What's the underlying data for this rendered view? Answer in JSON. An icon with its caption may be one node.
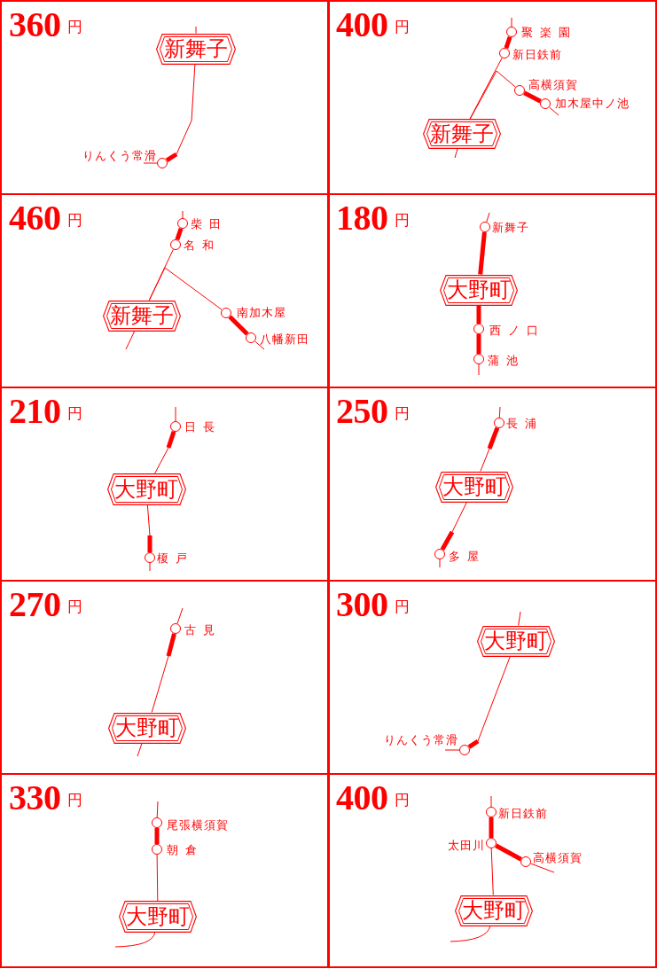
{
  "diagram": {
    "nodes": [
      {
        "text": [
          "360",
          "円"
        ]
      },
      {
        "text": [
          "新舞子"
        ],
        "in": 0
      },
      {
        "text": [],
        "shape": "circle",
        "beside": [
          "りんくう常滑"
        ],
        "in": 0
      },
      {
        "text": [
          "400",
          "円"
        ]
      },
      {
        "text": [],
        "shape": "circle",
        "beside": [
          "聚 楽 園"
        ],
        "in": 3
      },
      {
        "text": [],
        "shape": "circle",
        "beside": [
          "新日鉄前"
        ],
        "in": 3
      },
      {
        "text": [],
        "shape": "circle",
        "beside": [
          "高横須賀"
        ],
        "in": 3
      },
      {
        "text": [],
        "shape": "circle",
        "beside": [
          "加木屋中ノ池"
        ],
        "in": 3
      },
      {
        "text": [
          "新舞子"
        ],
        "in": 3
      },
      {
        "text": [
          "460",
          "円"
        ]
      },
      {
        "text": [],
        "shape": "circle",
        "beside": [
          "柴 田"
        ],
        "in": 9
      },
      {
        "text": [],
        "shape": "circle",
        "beside": [
          "名 和"
        ],
        "in": 9
      },
      {
        "text": [],
        "shape": "circle",
        "beside": [
          "南加木屋"
        ],
        "in": 9
      },
      {
        "text": [
          "新舞子"
        ],
        "in": 9
      },
      {
        "text": [],
        "shape": "circle",
        "beside": [
          "八幡新田"
        ],
        "in": 9
      },
      {
        "text": [
          "180",
          "円"
        ]
      },
      {
        "text": [],
        "shape": "circle",
        "beside": [
          "新舞子"
        ],
        "in": 15
      },
      {
        "text": [
          "大野町"
        ],
        "in": 15
      },
      {
        "text": [],
        "shape": "circle",
        "beside": [
          "西 ノ 口"
        ],
        "in": 15
      },
      {
        "text": [],
        "shape": "circle",
        "beside": [
          "蒲 池"
        ],
        "in": 15
      },
      {
        "text": [
          "210",
          "円"
        ]
      },
      {
        "text": [],
        "shape": "circle",
        "beside": [
          "日 長"
        ],
        "in": 20
      },
      {
        "text": [
          "大野町"
        ],
        "in": 20
      },
      {
        "text": [],
        "shape": "circle",
        "beside": [
          "榎 戸"
        ],
        "in": 20
      },
      {
        "text": [
          "250",
          "円"
        ]
      },
      {
        "text": [],
        "shape": "circle",
        "beside": [
          "長 浦"
        ],
        "in": 24
      },
      {
        "text": [
          "大野町"
        ],
        "in": 24
      },
      {
        "text": [],
        "shape": "circle",
        "beside": [
          "多 屋"
        ],
        "in": 24
      },
      {
        "text": [
          "270",
          "円"
        ]
      },
      {
        "text": [],
        "shape": "circle",
        "beside": [
          "古 見"
        ],
        "in": 28
      },
      {
        "text": [
          "大野町"
        ],
        "in": 28
      },
      {
        "text": [
          "300",
          "円"
        ]
      },
      {
        "text": [
          "大野町"
        ],
        "in": 31
      },
      {
        "text": [],
        "shape": "circle",
        "beside": [
          "りんくう常滑"
        ],
        "in": 31
      },
      {
        "text": [
          "330",
          "円"
        ]
      },
      {
        "text": [],
        "shape": "circle",
        "beside": [
          "尾張横須賀"
        ],
        "in": 34
      },
      {
        "text": [],
        "shape": "circle",
        "beside": [
          "朝 倉"
        ],
        "in": 34
      },
      {
        "text": [
          "大野町"
        ],
        "in": 34
      },
      {
        "text": [
          "400",
          "円"
        ]
      },
      {
        "text": [],
        "shape": "circle",
        "beside": [
          "新日鉄前"
        ],
        "in": 38
      },
      {
        "text": [],
        "shape": "circle",
        "beside": [
          "太田川"
        ],
        "in": 38
      },
      {
        "text": [],
        "shape": "circle",
        "beside": [
          "高横須賀"
        ],
        "in": 38
      },
      {
        "text": [
          "大野町"
        ],
        "in": 38
      }
    ],
    "edges": [
      {
        "from": null,
        "to": 1,
        "arrow": "none"
      },
      {
        "from": 1,
        "to": 2,
        "arrow": "none"
      },
      {
        "from": 2,
        "to": null,
        "arrow": "none",
        "style": "thick"
      },
      {
        "from": 2,
        "to": null,
        "arrow": "none"
      },
      {
        "from": null,
        "to": 4,
        "arrow": "none"
      },
      {
        "from": 4,
        "to": 5,
        "arrow": "none",
        "style": "thick"
      },
      {
        "from": 5,
        "to": 8,
        "arrow": "none"
      },
      {
        "from": 8,
        "to": 6,
        "arrow": "none"
      },
      {
        "from": 6,
        "to": 7,
        "arrow": "none",
        "style": "thick"
      },
      {
        "from": 7,
        "to": null,
        "arrow": "none"
      },
      {
        "from": 8,
        "to": null,
        "arrow": "none"
      },
      {
        "from": null,
        "to": 10,
        "arrow": "none"
      },
      {
        "from": 10,
        "to": 11,
        "arrow": "none",
        "style": "thick"
      },
      {
        "from": 11,
        "to": 13,
        "arrow": "none"
      },
      {
        "from": 13,
        "to": 12,
        "arrow": "none"
      },
      {
        "from": 12,
        "to": 14,
        "arrow": "none",
        "style": "thick"
      },
      {
        "from": 14,
        "to": null,
        "arrow": "none"
      },
      {
        "from": 13,
        "to": null,
        "arrow": "none"
      },
      {
        "from": null,
        "to": 16,
        "arrow": "none"
      },
      {
        "from": 16,
        "to": 17,
        "arrow": "none",
        "style": "thick"
      },
      {
        "from": 17,
        "to": 18,
        "arrow": "none",
        "style": "thick"
      },
      {
        "from": 18,
        "to": 19,
        "arrow": "none",
        "style": "thick"
      },
      {
        "from": 19,
        "to": null,
        "arrow": "none"
      },
      {
        "from": null,
        "to": 21,
        "arrow": "none"
      },
      {
        "from": 21,
        "to": 22,
        "arrow": "none"
      },
      {
        "from": 21,
        "to": null,
        "arrow": "none",
        "style": "thick"
      },
      {
        "from": 22,
        "to": 23,
        "arrow": "none"
      },
      {
        "from": null,
        "to": 23,
        "arrow": "none",
        "style": "thick"
      },
      {
        "from": 23,
        "to": null,
        "arrow": "none"
      },
      {
        "from": null,
        "to": 25,
        "arrow": "none"
      },
      {
        "from": 25,
        "to": 26,
        "arrow": "none"
      },
      {
        "from": 25,
        "to": null,
        "arrow": "none",
        "style": "thick"
      },
      {
        "from": 26,
        "to": 27,
        "arrow": "none"
      },
      {
        "from": null,
        "to": 27,
        "arrow": "none",
        "style": "thick"
      },
      {
        "from": 27,
        "to": null,
        "arrow": "none"
      },
      {
        "from": null,
        "to": 29,
        "arrow": "none"
      },
      {
        "from": 29,
        "to": 30,
        "arrow": "none"
      },
      {
        "from": 29,
        "to": null,
        "arrow": "none",
        "style": "thick"
      },
      {
        "from": 30,
        "to": null,
        "arrow": "none"
      },
      {
        "from": null,
        "to": 32,
        "arrow": "none"
      },
      {
        "from": 32,
        "to": 33,
        "arrow": "none"
      },
      {
        "from": 33,
        "to": null,
        "arrow": "none",
        "style": "thick"
      },
      {
        "from": 33,
        "to": null,
        "arrow": "none"
      },
      {
        "from": null,
        "to": 35,
        "arrow": "none"
      },
      {
        "from": 35,
        "to": 36,
        "arrow": "none",
        "style": "thick"
      },
      {
        "from": 36,
        "to": 37,
        "arrow": "none"
      },
      {
        "from": 37,
        "to": null,
        "arrow": "none"
      },
      {
        "from": null,
        "to": 39,
        "arrow": "none"
      },
      {
        "from": 39,
        "to": 40,
        "arrow": "none",
        "style": "thick"
      },
      {
        "from": 40,
        "to": 41,
        "arrow": "none",
        "style": "thick"
      },
      {
        "from": 41,
        "to": null,
        "arrow": "none"
      },
      {
        "from": 40,
        "to": 42,
        "arrow": "none"
      },
      {
        "from": 42,
        "to": null,
        "arrow": "none"
      }
    ]
  }
}
